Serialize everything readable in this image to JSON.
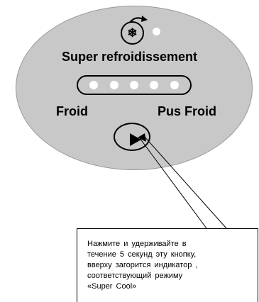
{
  "panel": {
    "title": "Super refroidissement",
    "label_left": "Froid",
    "label_right": "Pus Froid",
    "snowflake_icon": "❄",
    "levels": 5
  },
  "note": {
    "text": "Нажмите  и удерживайте  в\nтечение  5 секунд  эту кнопку,\nвверху загорится  индикатор ,\nсоответствующий   режиму\n«Super Cool»"
  },
  "colors": {
    "panel": "#c8c8c8",
    "indicator": "#ffffff",
    "outline": "#000000"
  }
}
